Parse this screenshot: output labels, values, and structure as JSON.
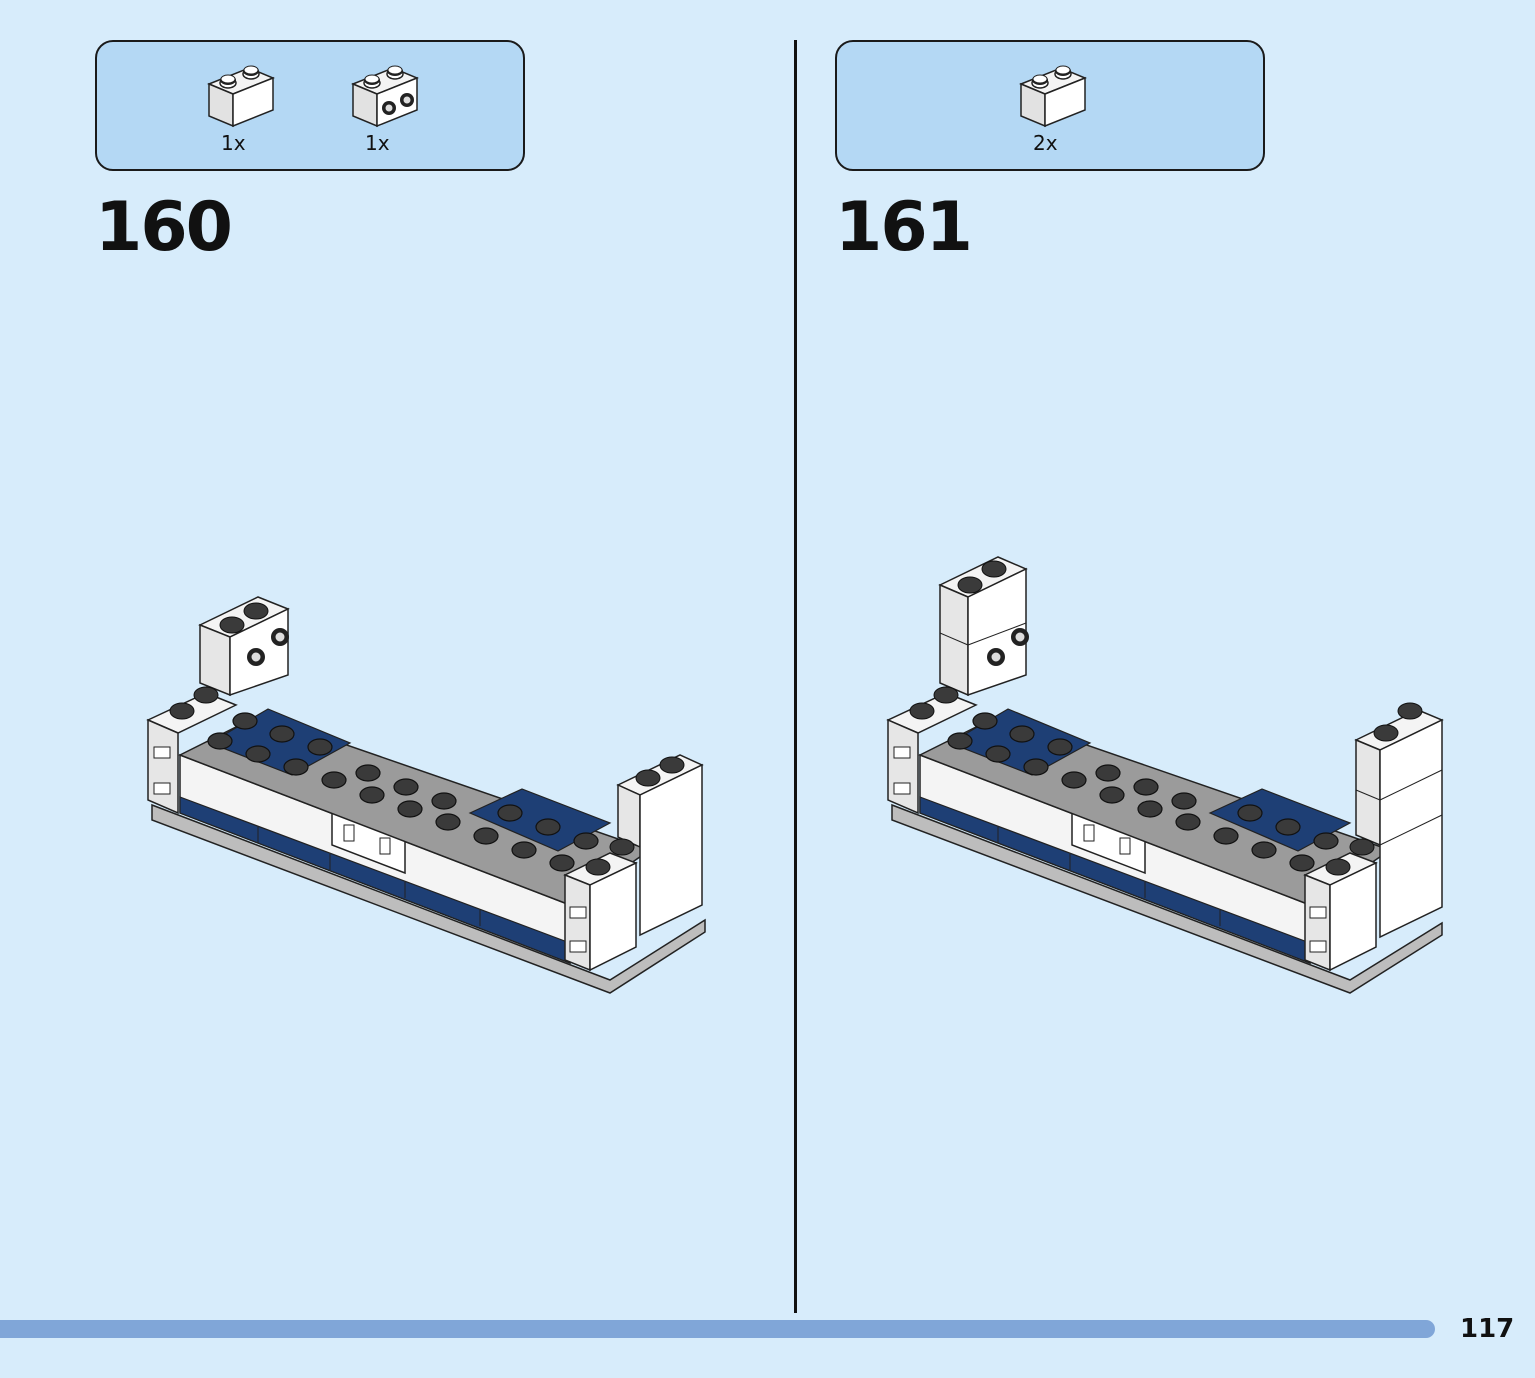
{
  "steps": [
    {
      "number": "160",
      "parts": [
        {
          "quantity": "1x",
          "part": "brick-1x2-white"
        },
        {
          "quantity": "1x",
          "part": "brick-1x2-white-with-side-studs"
        }
      ]
    },
    {
      "number": "161",
      "parts": [
        {
          "quantity": "2x",
          "part": "brick-1x2-white"
        }
      ]
    }
  ],
  "page_number": "117",
  "colors": {
    "background": "#d7ecfb",
    "callout": "#b4d8f4",
    "progress_bar": "#80a6d8",
    "dark_blue": "#1e3f75",
    "gray": "#a0a0a0",
    "white": "#ffffff"
  }
}
